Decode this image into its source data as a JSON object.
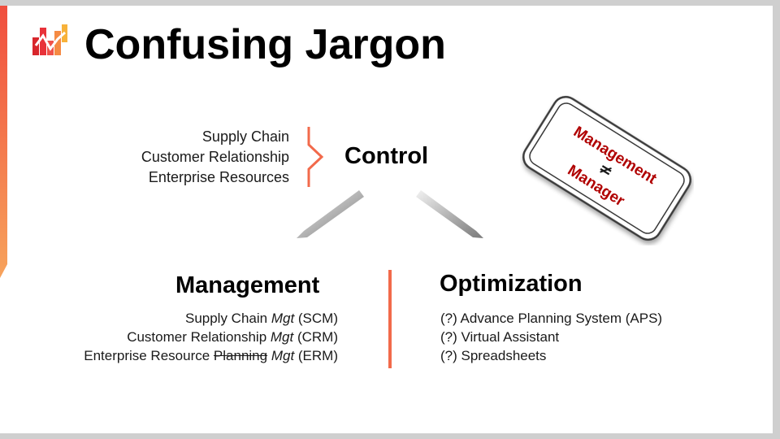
{
  "colors": {
    "accent_orange": "#f26a4b",
    "stamp_red": "#b00000",
    "frame_gray": "#cfcfcf"
  },
  "slide": {
    "title": "Confusing Jargon",
    "logo_icon": "bar-chart-logo-icon",
    "control": {
      "label": "Control",
      "prefixes": [
        "Supply Chain",
        "Customer Relationship",
        "Enterprise Resources"
      ]
    },
    "stamp": {
      "line1": "Management",
      "symbol": "≠",
      "line2": "Manager"
    },
    "management": {
      "heading": "Management",
      "items": [
        {
          "before": "Supply Chain ",
          "struck": "",
          "italic": "Mgt",
          "after": " (SCM)"
        },
        {
          "before": "Customer Relationship ",
          "struck": "",
          "italic": "Mgt",
          "after": " (CRM)"
        },
        {
          "before": "Enterprise Resource ",
          "struck": "Planning",
          "italic": "Mgt",
          "after": " (ERM)"
        }
      ]
    },
    "optimization": {
      "heading": "Optimization",
      "items": [
        "(?) Advance Planning System (APS)",
        "(?) Virtual Assistant",
        "(?) Spreadsheets"
      ]
    }
  }
}
